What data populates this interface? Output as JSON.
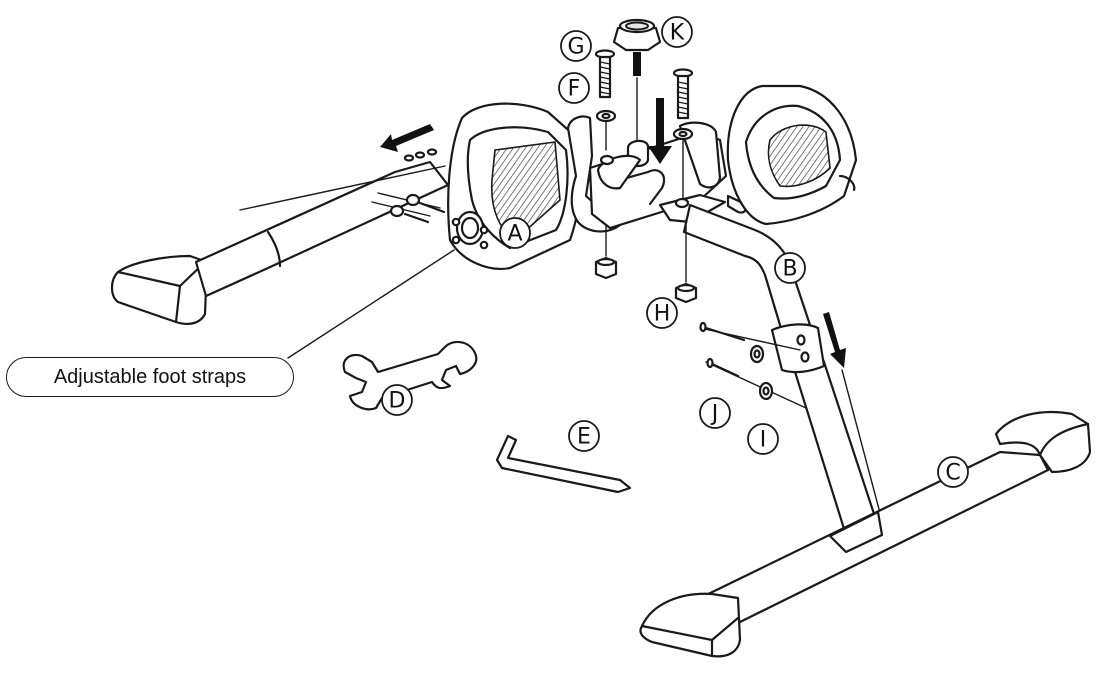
{
  "callout": {
    "text": "Adjustable foot straps"
  },
  "parts": [
    {
      "letter": "A"
    },
    {
      "letter": "B"
    },
    {
      "letter": "C"
    },
    {
      "letter": "D"
    },
    {
      "letter": "E"
    },
    {
      "letter": "F"
    },
    {
      "letter": "G"
    },
    {
      "letter": "H"
    },
    {
      "letter": "I"
    },
    {
      "letter": "J"
    },
    {
      "letter": "K"
    }
  ]
}
